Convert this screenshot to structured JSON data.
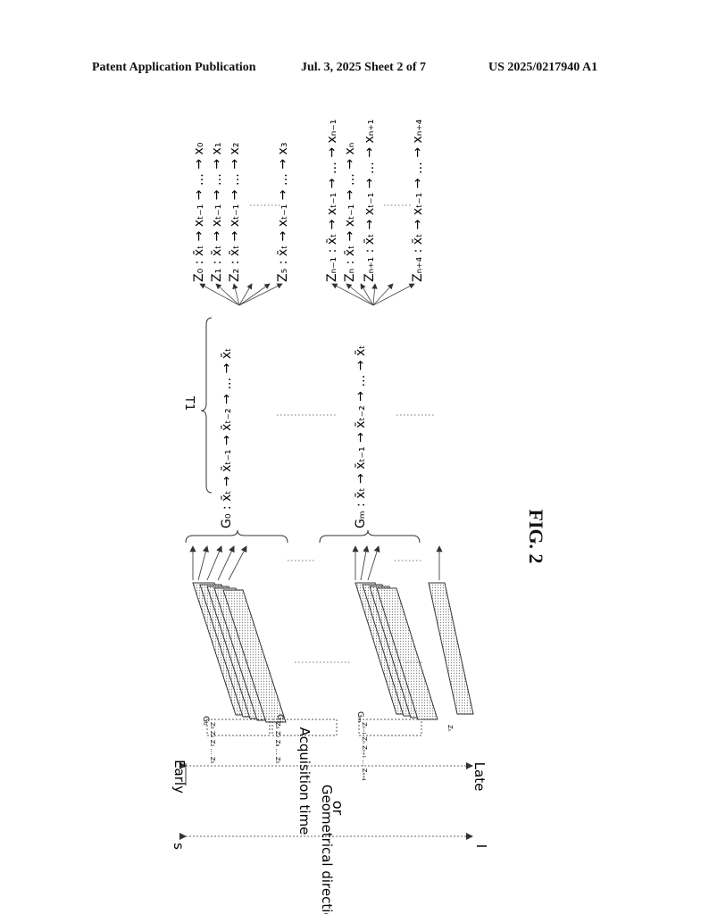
{
  "header": {
    "left": "Patent Application Publication",
    "middle": "Jul. 3, 2025   Sheet 2 of 7",
    "right": "US 2025/0217940 A1"
  },
  "figure": {
    "caption": "FIG. 2",
    "axis": {
      "early": "Early",
      "late": "Late",
      "acquisition": "Acquisition time",
      "or": "or",
      "s": "s",
      "i": "I",
      "geometrical": "Geometrical direction"
    },
    "stack_groups": {
      "g0": "G₀",
      "g1": "G₁",
      "gm": "Gₘ",
      "z0_group": "Z₀  Z₁  Z₂ … Z₅",
      "z1_group": "Z₆  Z₇  Z₈ … Z₅",
      "zm_group": "Zₙ₋₁  Zₙ  Zₙ₊₁ … Zₙ₊₄",
      "zq": "Zₙ"
    },
    "t1": "T1",
    "chain_top": "G₀ : x̄ₜ → x̄ₜ₋₁ → x̄ₜ₋₂ → … → x̄ₜ",
    "chain_bottom": "Gₘ : x̄ₜ → x̄ₜ₋₁ → x̄ₜ₋₂ → … → x̄ₜ",
    "branches_top": [
      "Z₀ : x̄ₜ → xₜ₋₁ → … → x₀",
      "Z₁ : x̄ₜ → xₜ₋₁ → … → x₁",
      "Z₂ : x̄ₜ → xₜ₋₁ → … → x₂",
      "Z₅ : x̄ₜ → xₜ₋₁ → … → x₃"
    ],
    "branches_bottom": [
      "Zₙ₋₁ : x̄ₜ → xₜ₋₁ → … → xₙ₋₁",
      "Zₙ : x̄ₜ → xₜ₋₁ → … → xₙ",
      "Zₙ₊₁ : x̄ₜ → xₜ₋₁ → … → xₙ₊₁",
      "Zₙ₊₄ : x̄ₜ → xₜ₋₁ → … → xₙ₊₄"
    ]
  }
}
